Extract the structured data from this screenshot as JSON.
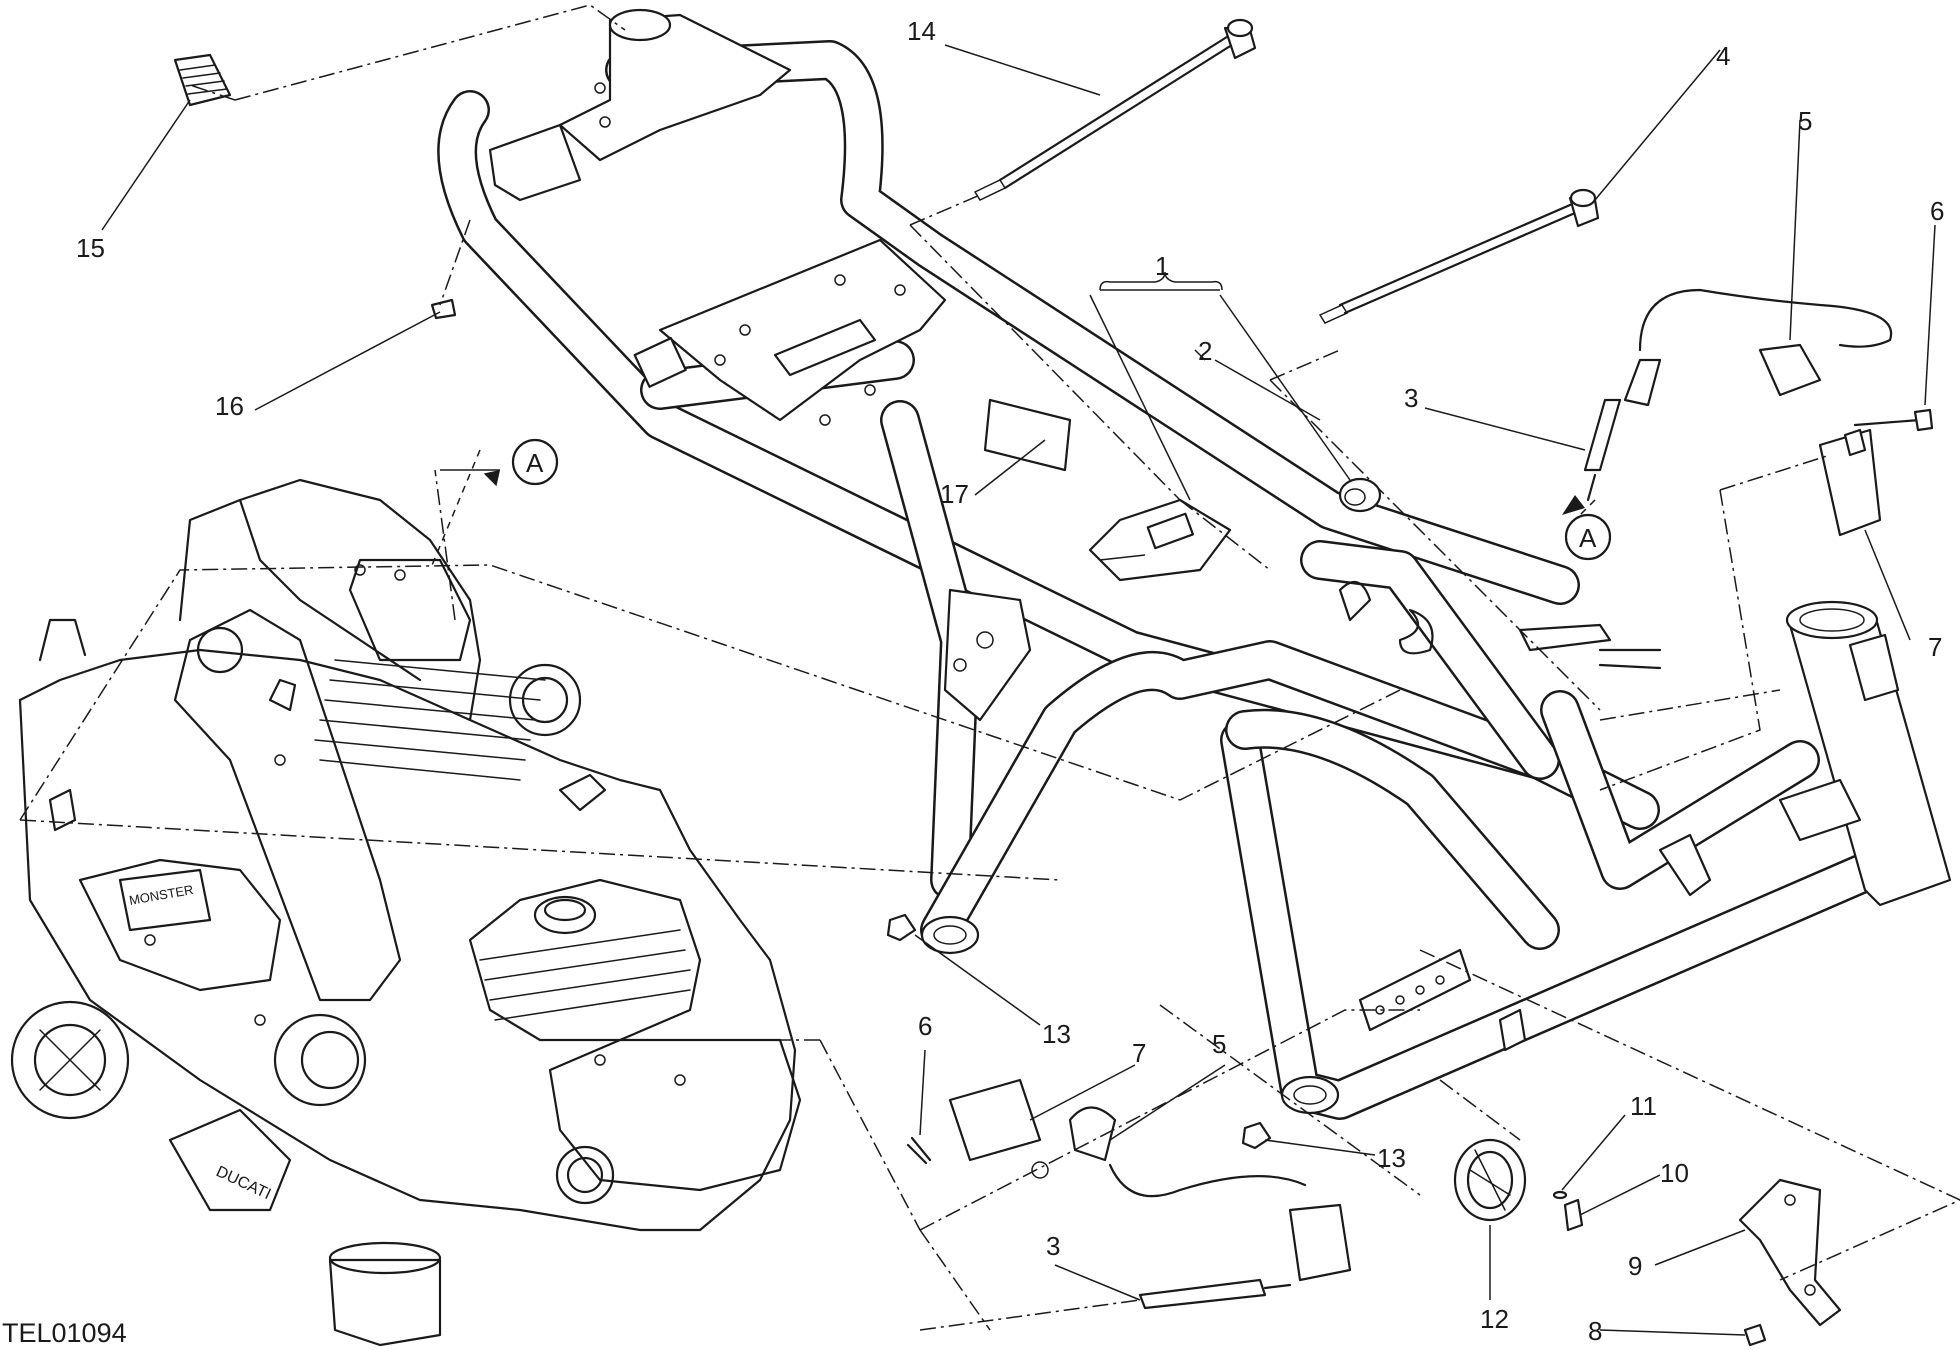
{
  "drawing_code": "TEL01094",
  "callouts": {
    "c1": "1",
    "c2": "2",
    "c3a": "3",
    "c3b": "3",
    "c4": "4",
    "c5a": "5",
    "c5b": "5",
    "c6a": "6",
    "c6b": "6",
    "c7a": "7",
    "c7b": "7",
    "c8": "8",
    "c9": "9",
    "c10": "10",
    "c11": "11",
    "c12": "12",
    "c13a": "13",
    "c13b": "13",
    "c14": "14",
    "c15": "15",
    "c16": "16",
    "c17": "17"
  },
  "ref_marks": {
    "a1": "A",
    "a2": "A"
  },
  "engine_logo": "DUCATI",
  "engine_badge": "MONSTER"
}
